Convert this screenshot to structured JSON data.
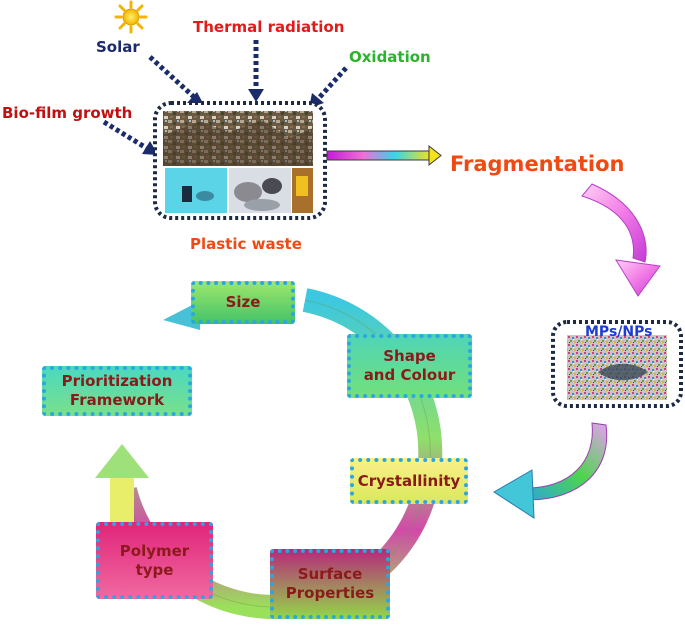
{
  "sources": {
    "solar": "Solar",
    "thermal": "Thermal radiation",
    "oxidation": "Oxidation",
    "biofilm": "Bio-film growth"
  },
  "waste": {
    "caption": "Plastic waste"
  },
  "fragmentation": "Fragmentation",
  "mps": "MPs/NPs",
  "cycle": {
    "size": "Size",
    "shape": "Shape\nand Colour",
    "crystallinity": "Crystallinity",
    "surface": "Surface\nProperties",
    "polymer": "Polymer\ntype",
    "framework": "Prioritization\nFramework"
  },
  "colors": {
    "solar": "#1a2a6c",
    "thermal": "#e01b1b",
    "oxidation": "#2bb32b",
    "biofilm": "#c01010",
    "waste_caption": "#f04a14",
    "fragmentation": "#f04a14",
    "mps": "#1b3bd6",
    "box_border": "#2aa6e0"
  }
}
